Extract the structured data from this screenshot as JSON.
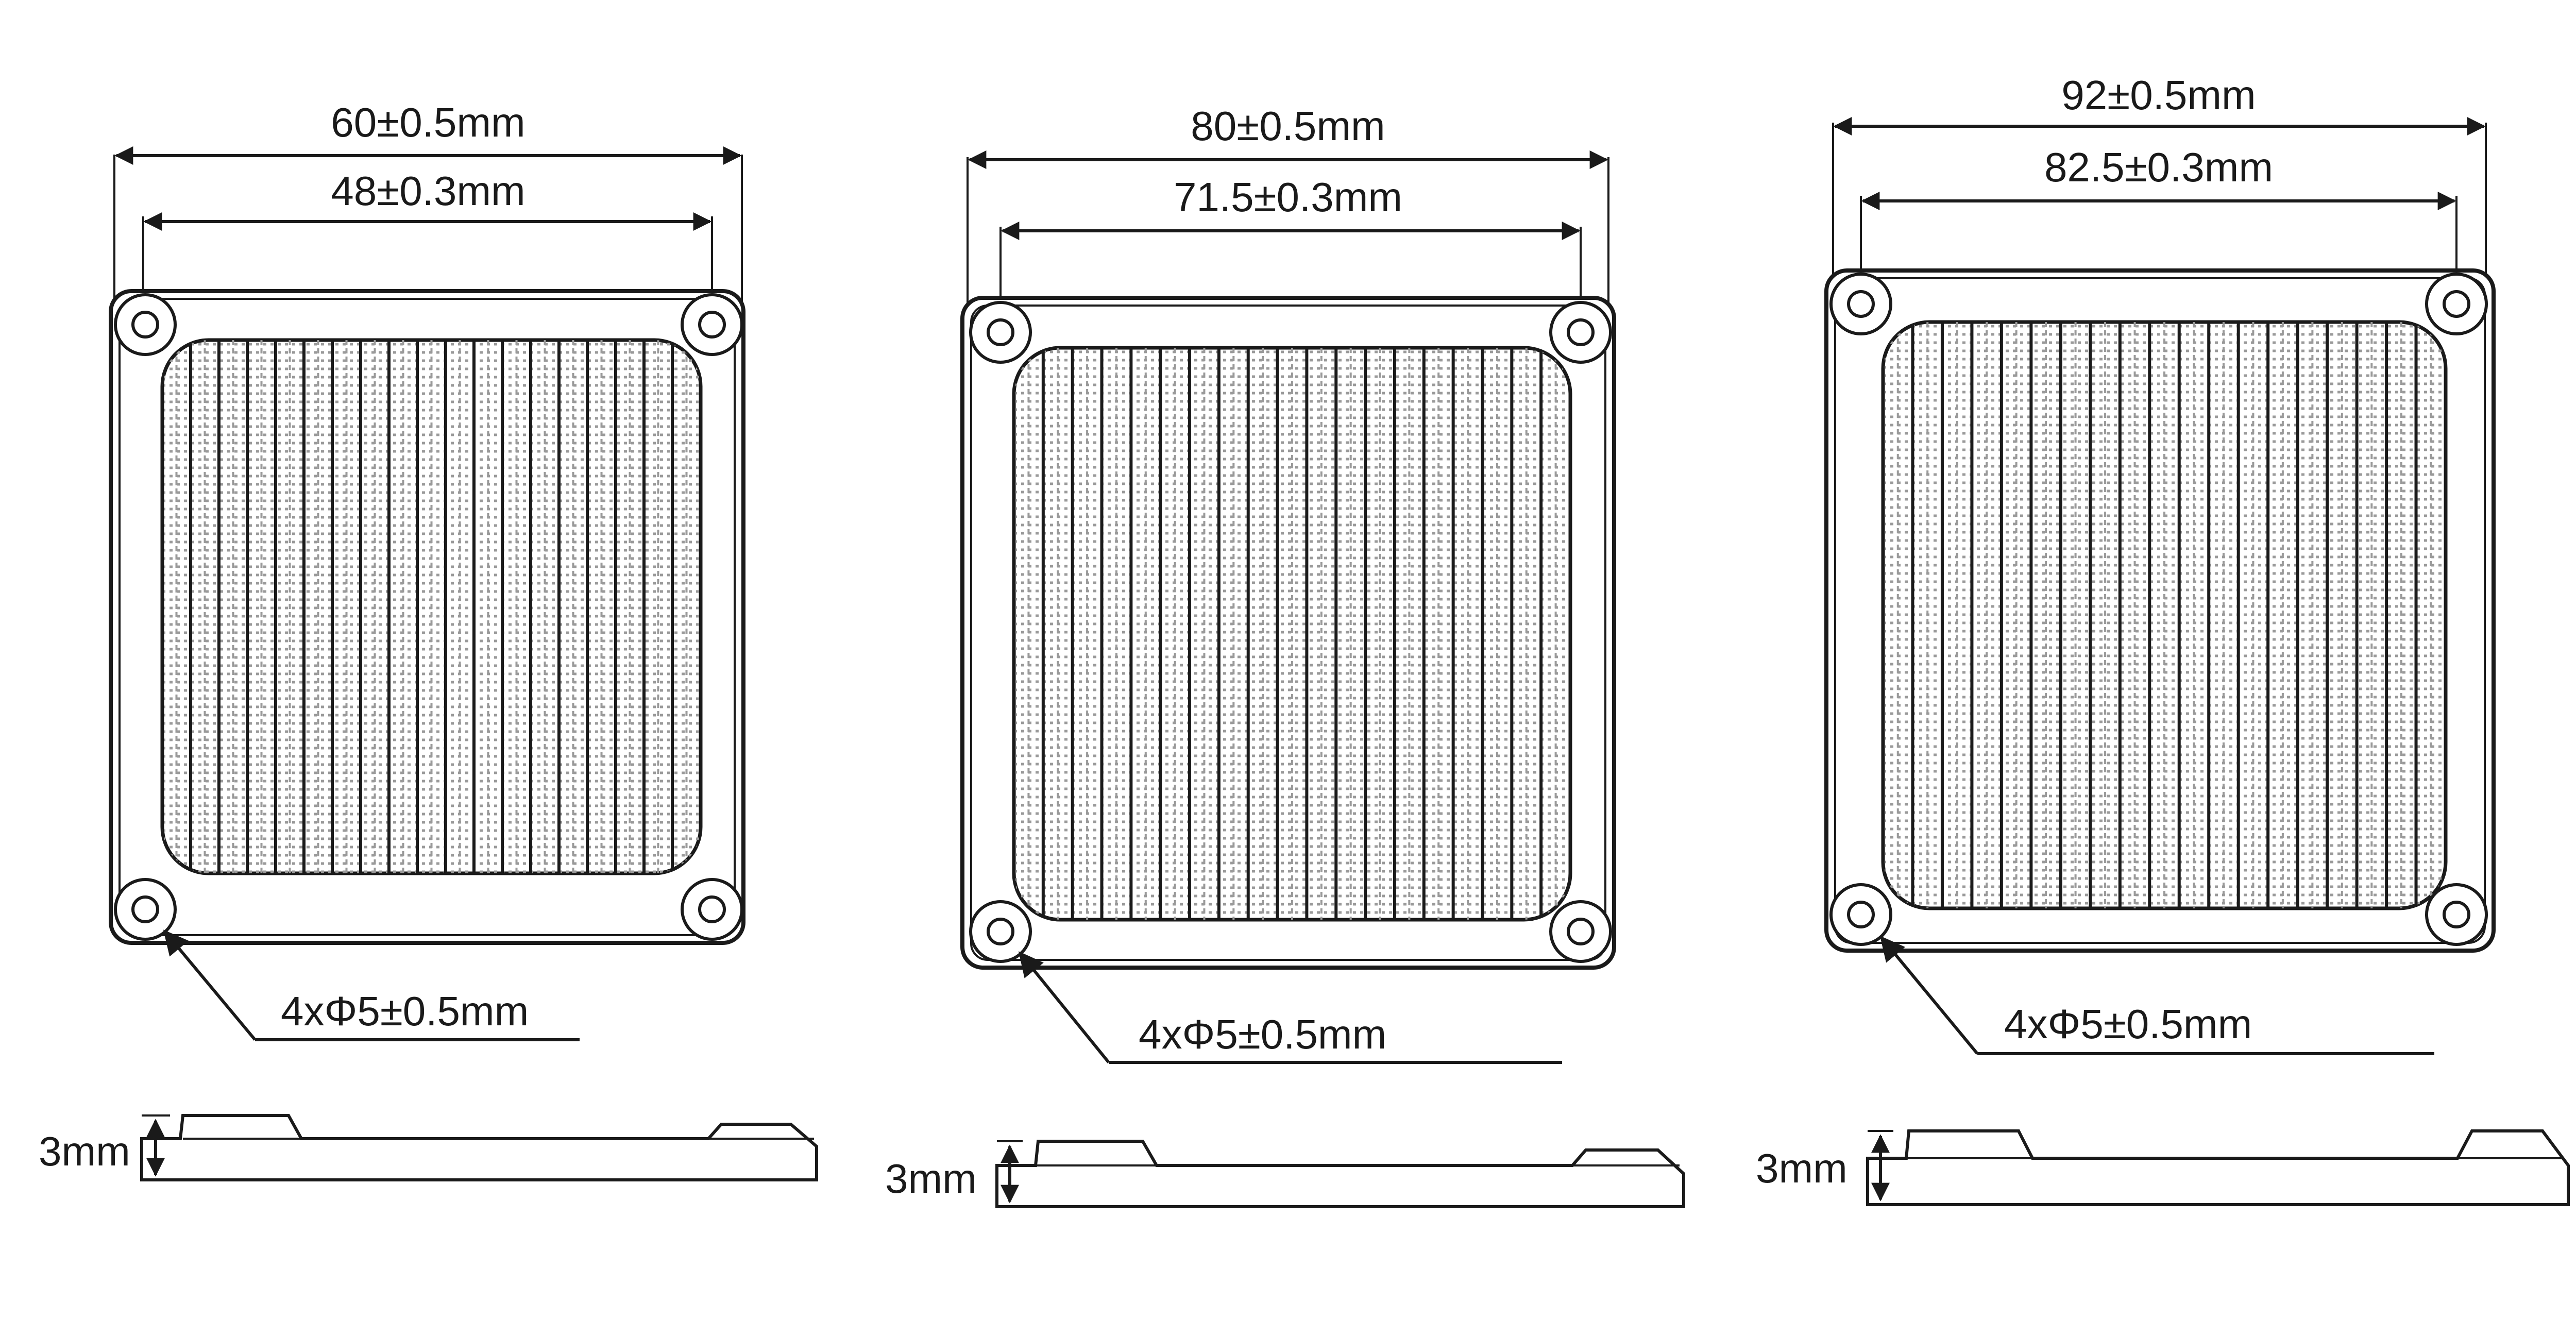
{
  "filters": [
    {
      "outer_dim": "60±0.5mm",
      "hole_spacing": "48±0.3mm",
      "hole_callout": "4xΦ5±0.5mm",
      "thickness": "3mm"
    },
    {
      "outer_dim": "80±0.5mm",
      "hole_spacing": "71.5±0.3mm",
      "hole_callout": "4xΦ5±0.5mm",
      "thickness": "3mm"
    },
    {
      "outer_dim": "92±0.5mm",
      "hole_spacing": "82.5±0.3mm",
      "hole_callout": "4xΦ5±0.5mm",
      "thickness": "3mm"
    }
  ],
  "colors": {
    "line": "#1a1a1a",
    "mesh": "#9a9a9a",
    "background": "#ffffff"
  }
}
